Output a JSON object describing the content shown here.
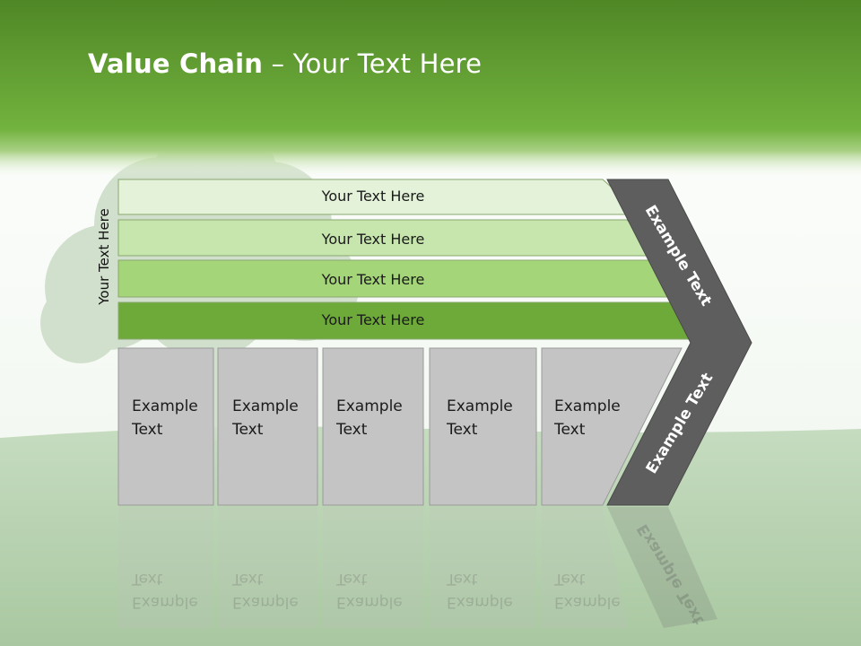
{
  "title": {
    "bold": "Value Chain",
    "rest": " – Your Text Here"
  },
  "side_label": "Your Text Here",
  "bars": [
    {
      "label": "Your Text Here",
      "color": "#e3f2d8"
    },
    {
      "label": "Your Text Here",
      "color": "#c7e6ae"
    },
    {
      "label": "Your Text Here",
      "color": "#a4d579"
    },
    {
      "label": "Your Text Here",
      "color": "#6daa3a"
    }
  ],
  "boxes": [
    {
      "line1": "Example",
      "line2": "Text"
    },
    {
      "line1": "Example",
      "line2": "Text"
    },
    {
      "line1": "Example",
      "line2": "Text"
    },
    {
      "line1": "Example",
      "line2": "Text"
    },
    {
      "line1": "Example",
      "line2": "Text"
    }
  ],
  "chevron": {
    "upper_label": "Example Text",
    "lower_label": "Example Text",
    "color": "#5e5e5e"
  },
  "colors": {
    "header_green": "#5d9a30",
    "box_gray": "#c4c4c4"
  }
}
